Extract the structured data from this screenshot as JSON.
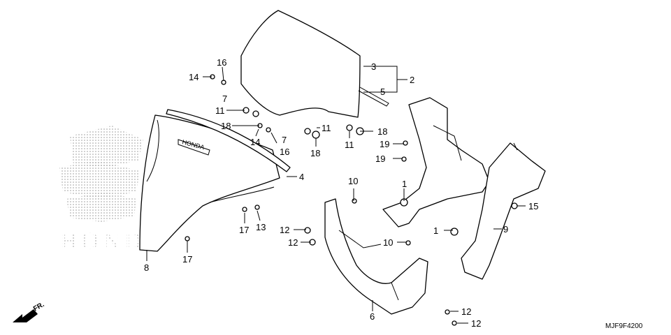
{
  "diagram": {
    "diagram_code": "MJF9F4200",
    "front_marker": "FR.",
    "watermark_text": "HONDA",
    "callouts": {
      "c1a": "1",
      "c1b": "1",
      "c2": "2",
      "c3": "3",
      "c4": "4",
      "c5": "5",
      "c6": "6",
      "c7a": "7",
      "c7b": "7",
      "c8": "8",
      "c9": "9",
      "c10a": "10",
      "c10b": "10",
      "c11a": "11",
      "c11b": "11",
      "c11c": "11",
      "c12a": "12",
      "c12b": "12",
      "c12c": "12",
      "c12d": "12",
      "c13": "13",
      "c14a": "14",
      "c14b": "14",
      "c15": "15",
      "c16a": "16",
      "c16b": "16",
      "c17a": "17",
      "c17b": "17",
      "c18a": "18",
      "c18b": "18",
      "c18c": "18",
      "c19a": "19",
      "c19b": "19"
    }
  }
}
